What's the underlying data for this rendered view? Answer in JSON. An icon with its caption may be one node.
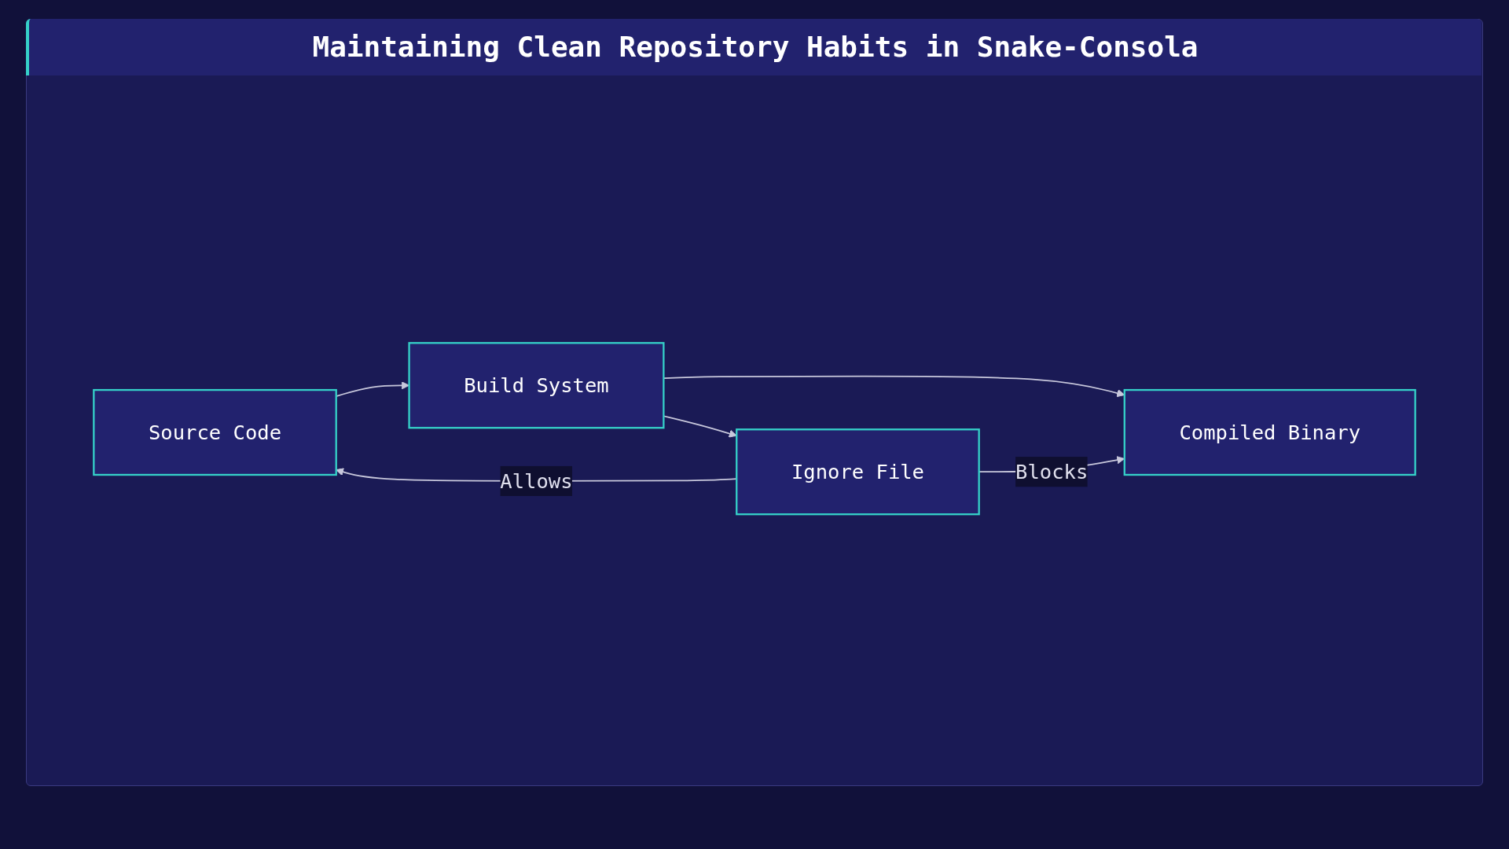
{
  "diagram": {
    "title": "Maintaining Clean Repository Habits in Snake-Consola",
    "nodes": [
      {
        "text": [
          "Source Code"
        ]
      },
      {
        "text": [
          "Build System"
        ]
      },
      {
        "text": [
          "Ignore File"
        ]
      },
      {
        "text": [
          "Compiled Binary"
        ]
      }
    ],
    "edges": [
      {
        "from": 0,
        "to": 1,
        "arrow": "to"
      },
      {
        "from": 1,
        "to": 3,
        "arrow": "to"
      },
      {
        "from": 1,
        "to": 2,
        "arrow": "to"
      },
      {
        "from": 2,
        "to": 0,
        "arrow": "to",
        "label": "Allows"
      },
      {
        "from": 2,
        "to": 3,
        "arrow": "to",
        "label": "Blocks"
      }
    ]
  }
}
